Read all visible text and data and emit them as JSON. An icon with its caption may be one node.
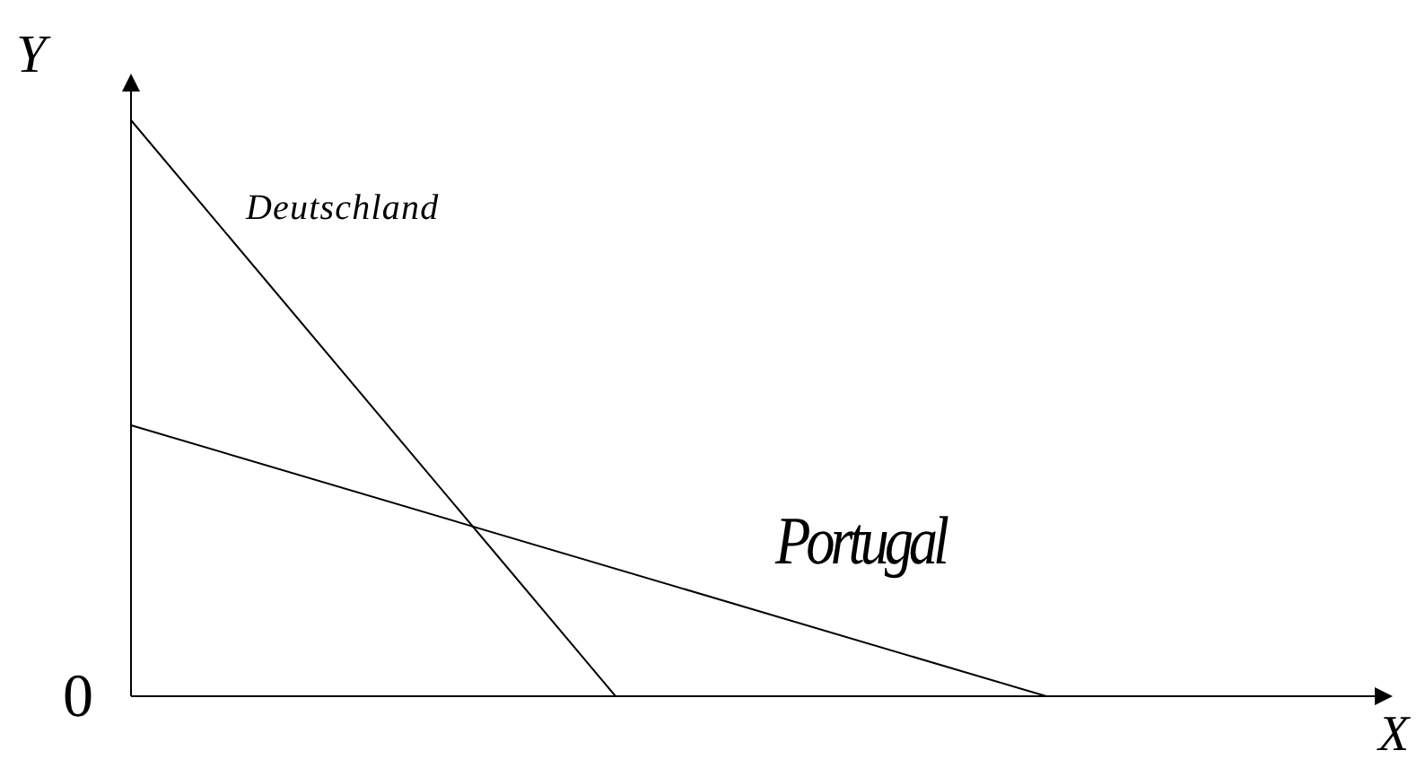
{
  "diagram": {
    "labels": [
      "Y",
      "Deutschland",
      "Portugal",
      "0",
      "X"
    ]
  }
}
